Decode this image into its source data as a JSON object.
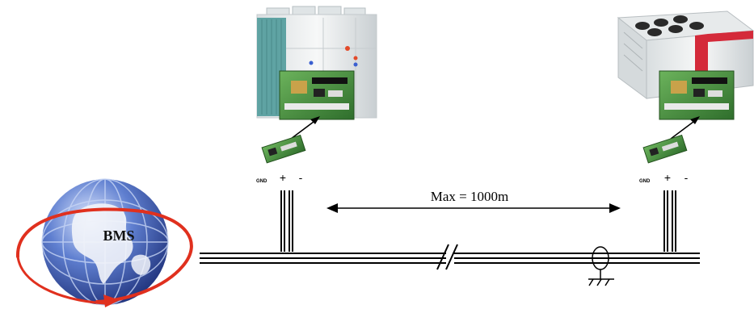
{
  "bms": {
    "label": "BMS"
  },
  "distance": {
    "label": "Max = 1000m"
  },
  "unit_left": {
    "gnd": "GND",
    "plus": "+",
    "minus": "-"
  },
  "unit_right": {
    "gnd": "GND",
    "plus": "+",
    "minus": "-"
  },
  "colors": {
    "line": "#000000",
    "globe_blue": "#2c4aa0",
    "globe_light": "#8fb0e8",
    "ring_red": "#e0301e",
    "board_green": "#3f8a3a",
    "unit_body": "#eef1f2",
    "coil_teal": "#5fa3a3",
    "right_stripe": "#d42a3a"
  }
}
